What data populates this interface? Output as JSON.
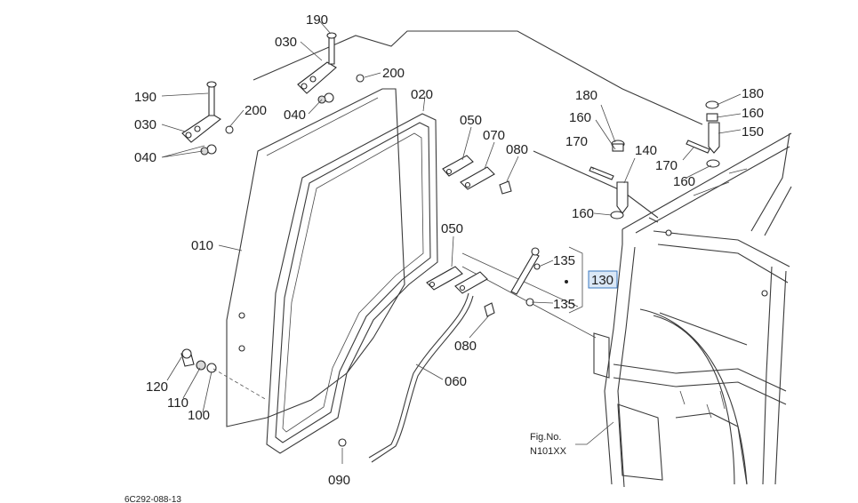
{
  "diagram": {
    "document_code": "6C292-088-13",
    "fig_ref": {
      "line1": "Fig.No.",
      "line2": "N101XX"
    },
    "labels": {
      "p190a": "190",
      "p030a": "030",
      "p200a": "200",
      "p040a": "040",
      "p190b": "190",
      "p030b": "030",
      "p200b": "200",
      "p040b": "040",
      "p020": "020",
      "p050a": "050",
      "p070": "070",
      "p080a": "080",
      "p010": "010",
      "p050b": "050",
      "p135a": "135",
      "p130": "130",
      "p135b": "135",
      "p080b": "080",
      "p060": "060",
      "p120": "120",
      "p110": "110",
      "p100": "100",
      "p090": "090",
      "p180a": "180",
      "p160a": "160",
      "p170a": "170",
      "p140": "140",
      "p160b": "160",
      "p180b": "180",
      "p160c": "160",
      "p150": "150",
      "p170b": "170",
      "p160d": "160"
    },
    "highlighted_part": "130"
  }
}
